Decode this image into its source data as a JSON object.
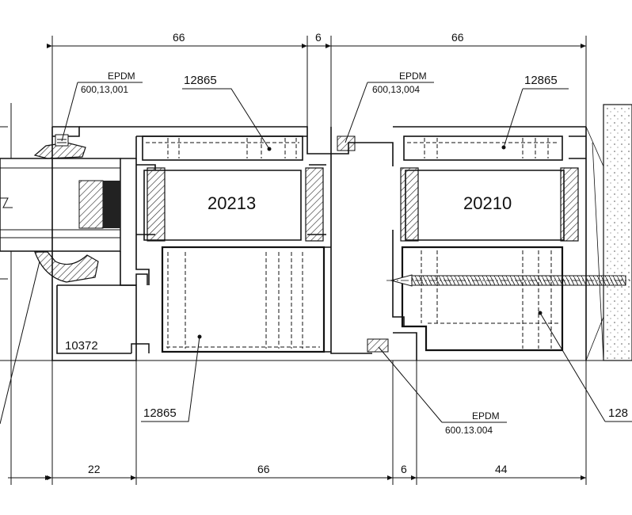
{
  "drawing": {
    "dimensions_top": [
      "66",
      "6",
      "66"
    ],
    "dimensions_bottom": [
      "22",
      "66",
      "6",
      "44"
    ],
    "profiles": {
      "left_profile": "20213",
      "right_profile": "20210",
      "bottom_profile": "10372"
    },
    "callouts": {
      "left_insert_top": "12865",
      "right_insert_top": "12865",
      "left_insert_bottom": "12865",
      "right_insert_bottom": "128"
    },
    "gaskets": {
      "gasket_a": {
        "material": "EPDM",
        "code": "600,13,001"
      },
      "gasket_b": {
        "material": "EPDM",
        "code": "600,13,004"
      },
      "gasket_c": {
        "material": "EPDM",
        "code": "600.13.004"
      }
    }
  }
}
